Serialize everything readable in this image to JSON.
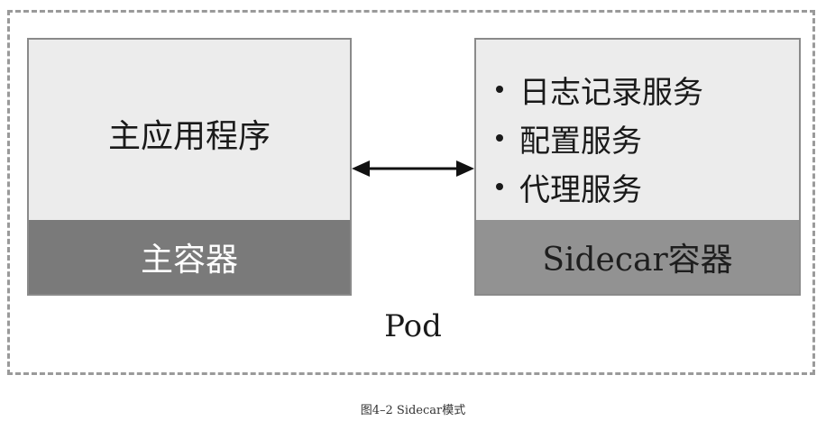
{
  "main_container": {
    "app_label": "主应用程序",
    "footer_label": "主容器"
  },
  "sidecar_container": {
    "services": [
      "日志记录服务",
      "配置服务",
      "代理服务"
    ],
    "footer_label": "Sidecar容器"
  },
  "pod_label": "Pod",
  "caption": "图4–2 Sidecar模式",
  "colors": {
    "box_fill": "#ececec",
    "main_footer": "#7a7a7a",
    "sidecar_footer": "#929292",
    "pod_border": "#9a9a9a"
  }
}
